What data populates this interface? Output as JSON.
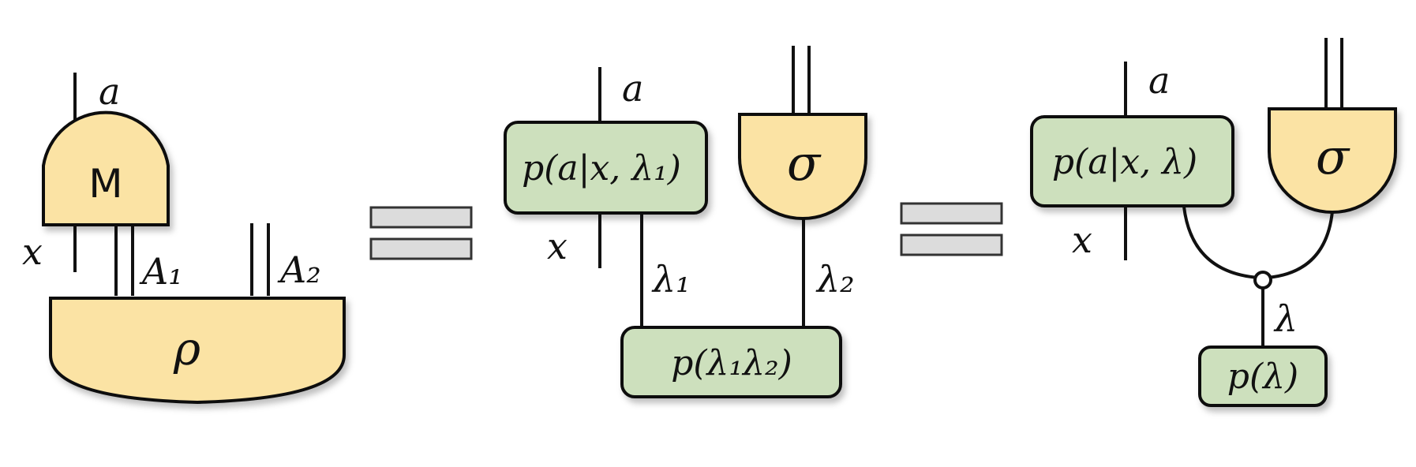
{
  "labels": {
    "a": "a",
    "x": "x",
    "A1": "A₁",
    "A2": "A₂",
    "M": "M",
    "rho": "ρ",
    "sigma": "σ",
    "lambda1": "λ₁",
    "lambda2": "λ₂",
    "lambda": "λ",
    "p_a_x_l1": "p(a|x, λ₁)",
    "p_l1_l2": "p(λ₁λ₂)",
    "p_a_x_l": "p(a|x, λ)",
    "p_l": "p(λ)"
  },
  "colors": {
    "yellow": "#fbe3a4",
    "green": "#cde0bd",
    "equals": "#dcdcdc"
  }
}
